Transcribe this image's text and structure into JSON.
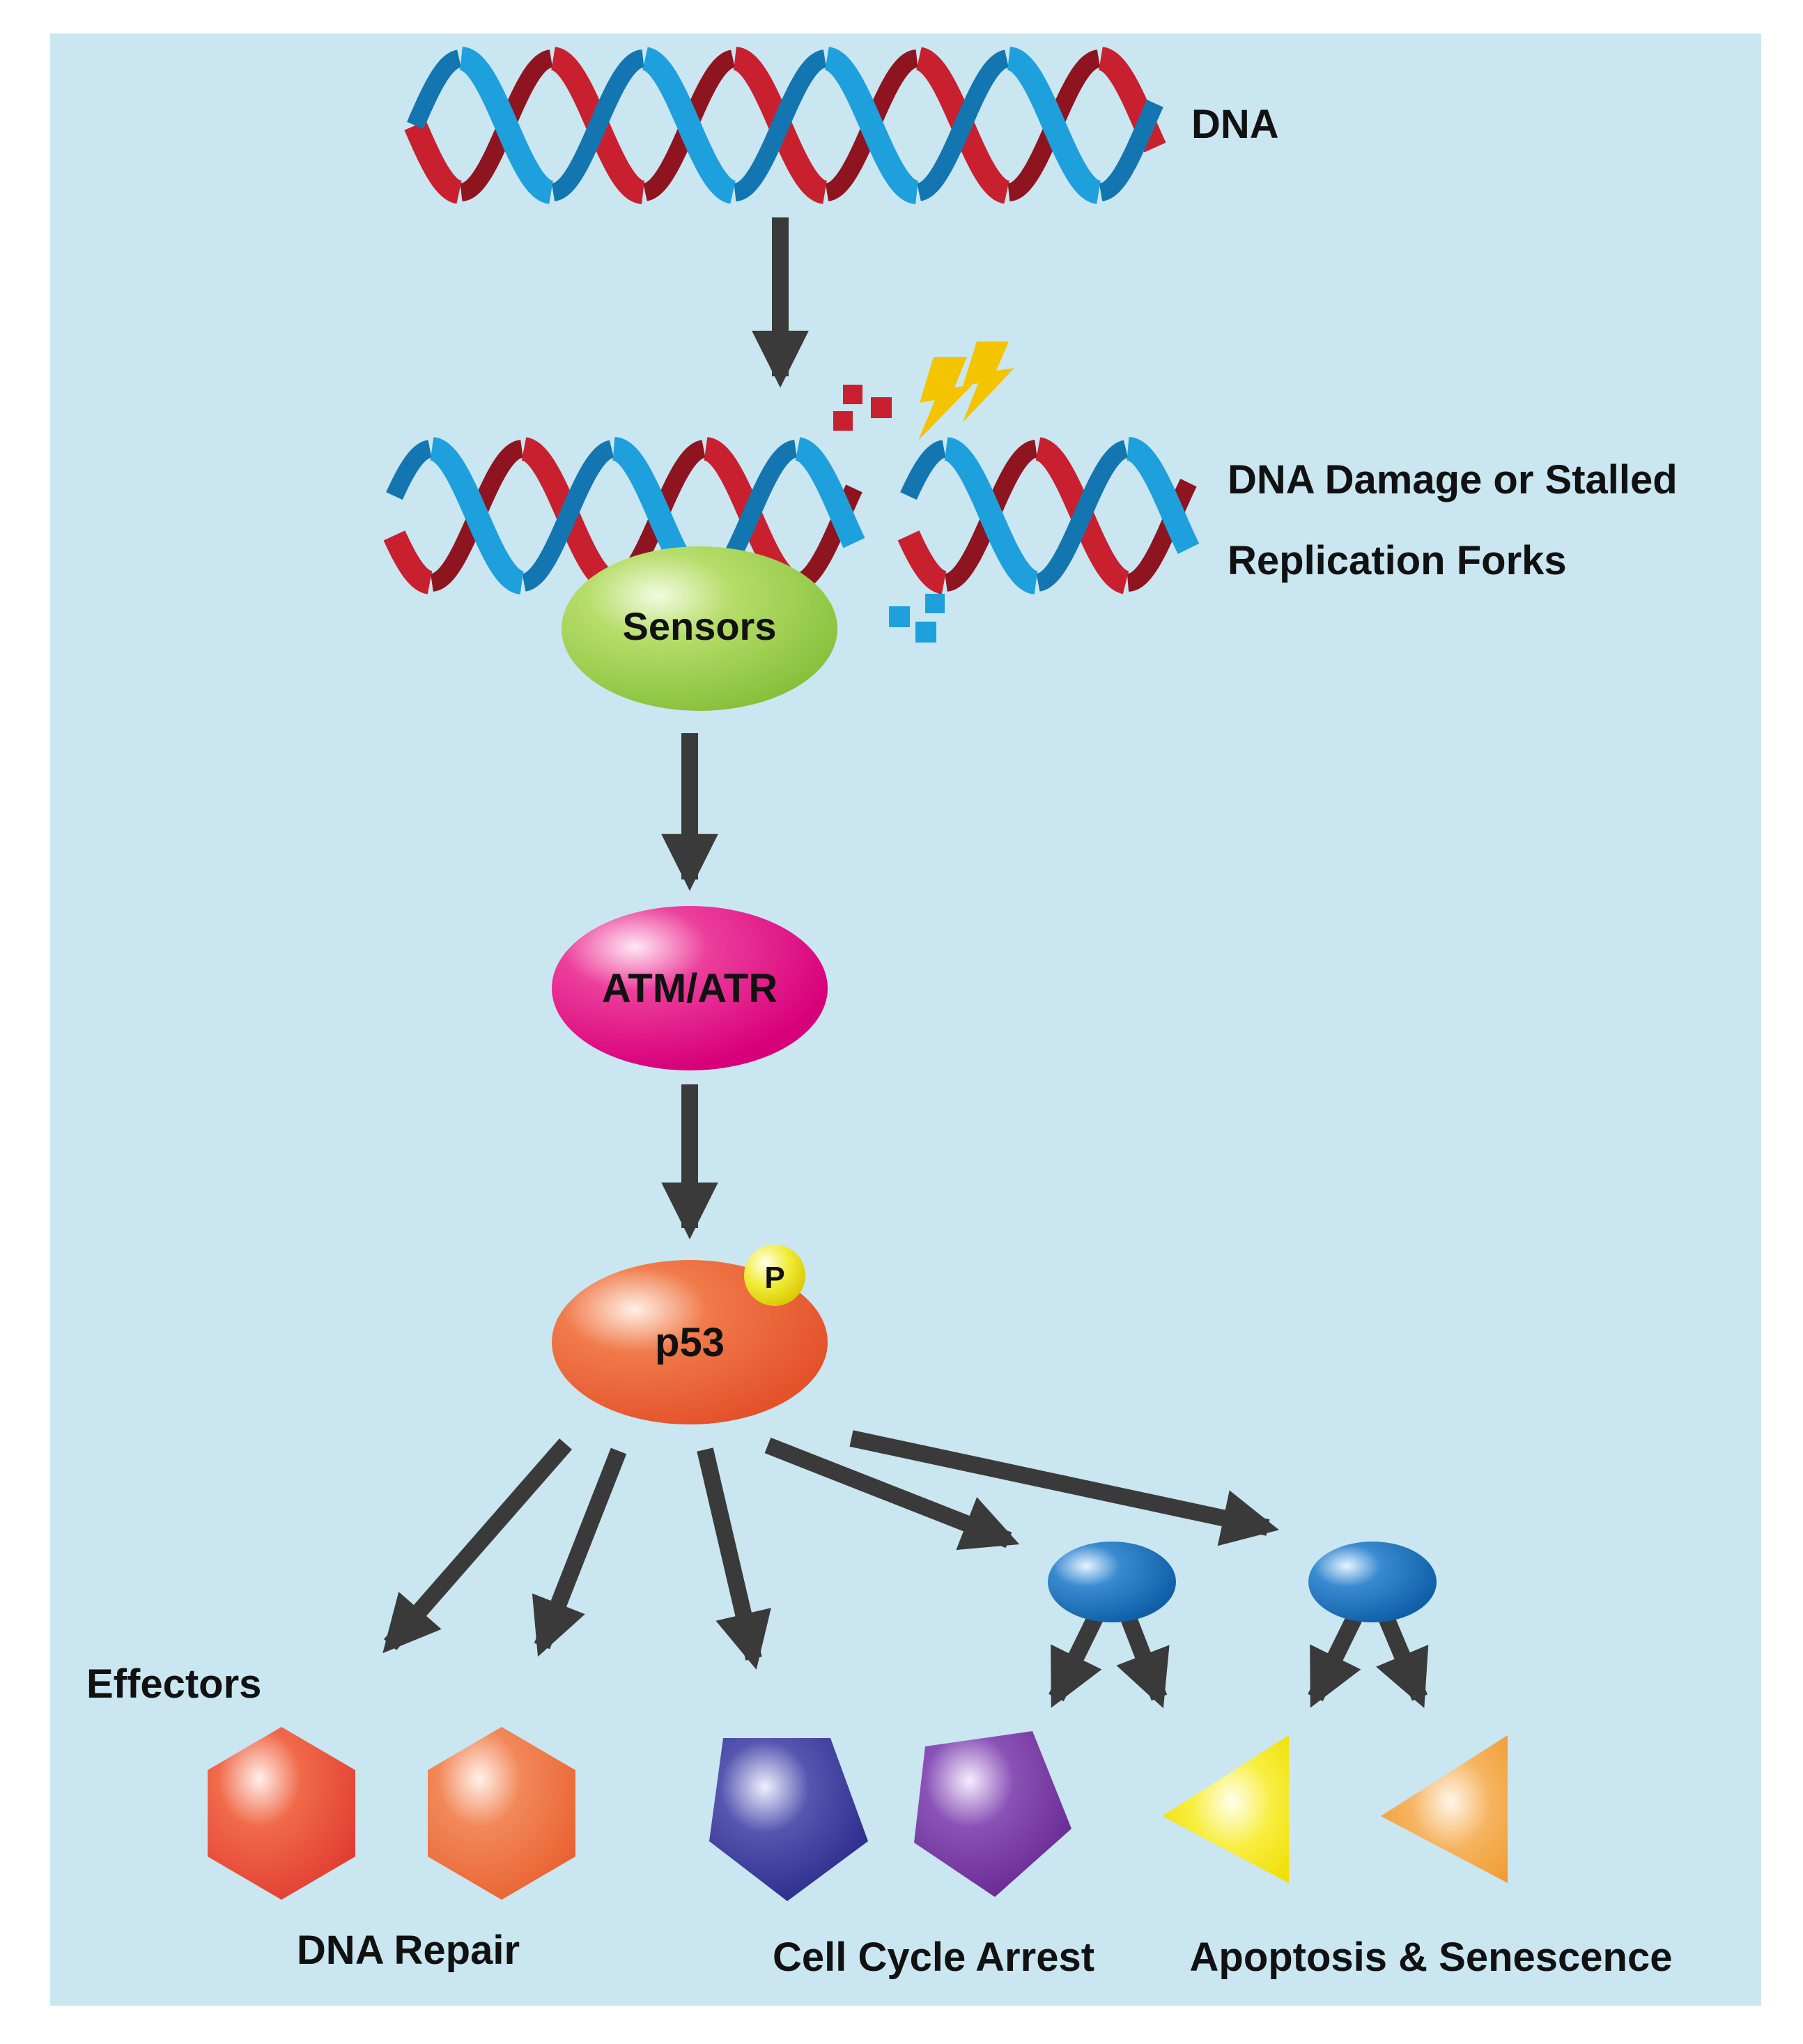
{
  "labels": {
    "dna": "DNA",
    "damage_line1": "DNA Damage or Stalled",
    "damage_line2": "Replication Forks",
    "sensors": "Sensors",
    "atm_atr": "ATM/ATR",
    "p53": "p53",
    "phospho": "P",
    "effectors": "Effectors",
    "dna_repair": "DNA Repair",
    "cell_cycle_arrest": "Cell Cycle Arrest",
    "apoptosis_senescence": "Apoptosis & Senescence"
  },
  "colors": {
    "background": "#cae6f0",
    "strand_red": "#c8202e",
    "strand_blue": "#1ea0dc",
    "arrow": "#3a3a3a",
    "sensors": "#8cc63f",
    "atm_atr": "#e0007a",
    "p53": "#e8542a",
    "phospho": "#f4ee2a",
    "mediator_blue": "#1167b1",
    "hexagon_red": "#e03a30",
    "hexagon_orange": "#ec6430",
    "pentagon_navy": "#2a2a8c",
    "pentagon_purple": "#6a2a9a",
    "triangle_yellow": "#f4e600",
    "triangle_orange": "#f4a23a",
    "damage_red": "#c8202e",
    "damage_blue": "#1ea0dc",
    "lightning": "#f4c400"
  }
}
